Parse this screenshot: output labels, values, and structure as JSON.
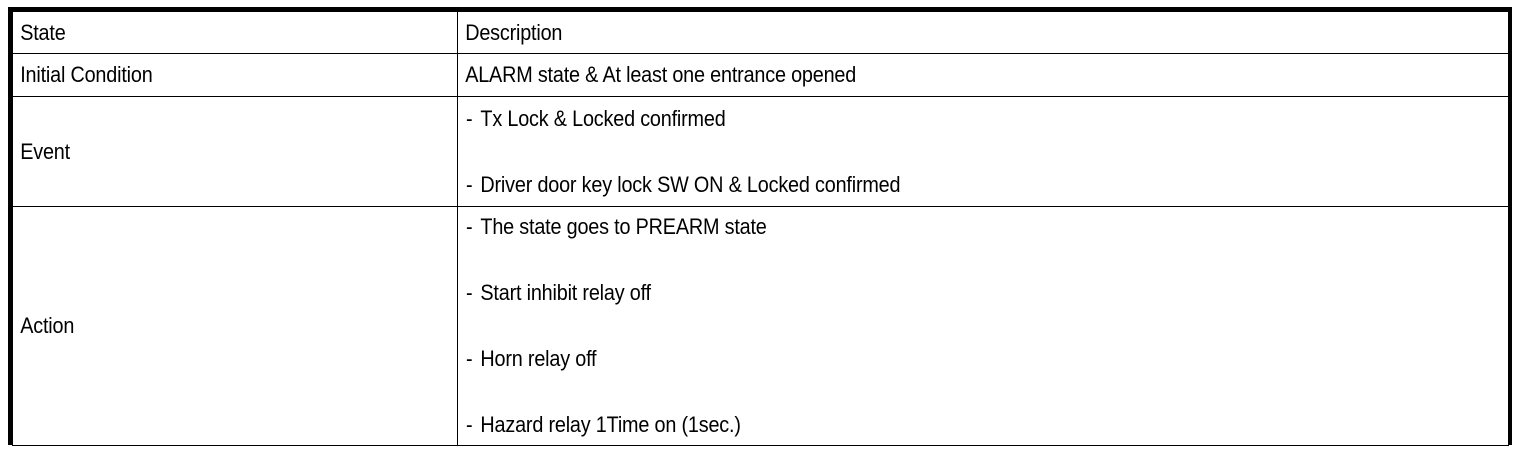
{
  "table": {
    "headers": {
      "state": "State",
      "description": "Description"
    },
    "rows": [
      {
        "state": "Initial Condition",
        "description_lines": [
          "ALARM state & At least one entrance opened"
        ],
        "bulleted": false
      },
      {
        "state": "Event",
        "description_lines": [
          "Tx Lock & Locked confirmed",
          "Driver door key lock SW ON & Locked confirmed"
        ],
        "bulleted": true
      },
      {
        "state": "Action",
        "description_lines": [
          "The state goes to PREARM state",
          "Start inhibit relay off",
          "Horn relay off",
          "Hazard relay 1Time on (1sec.)"
        ],
        "bulleted": true
      }
    ],
    "bullet_marker": "-"
  },
  "colors": {
    "border": "#000000",
    "text": "#000000",
    "background": "#ffffff"
  }
}
